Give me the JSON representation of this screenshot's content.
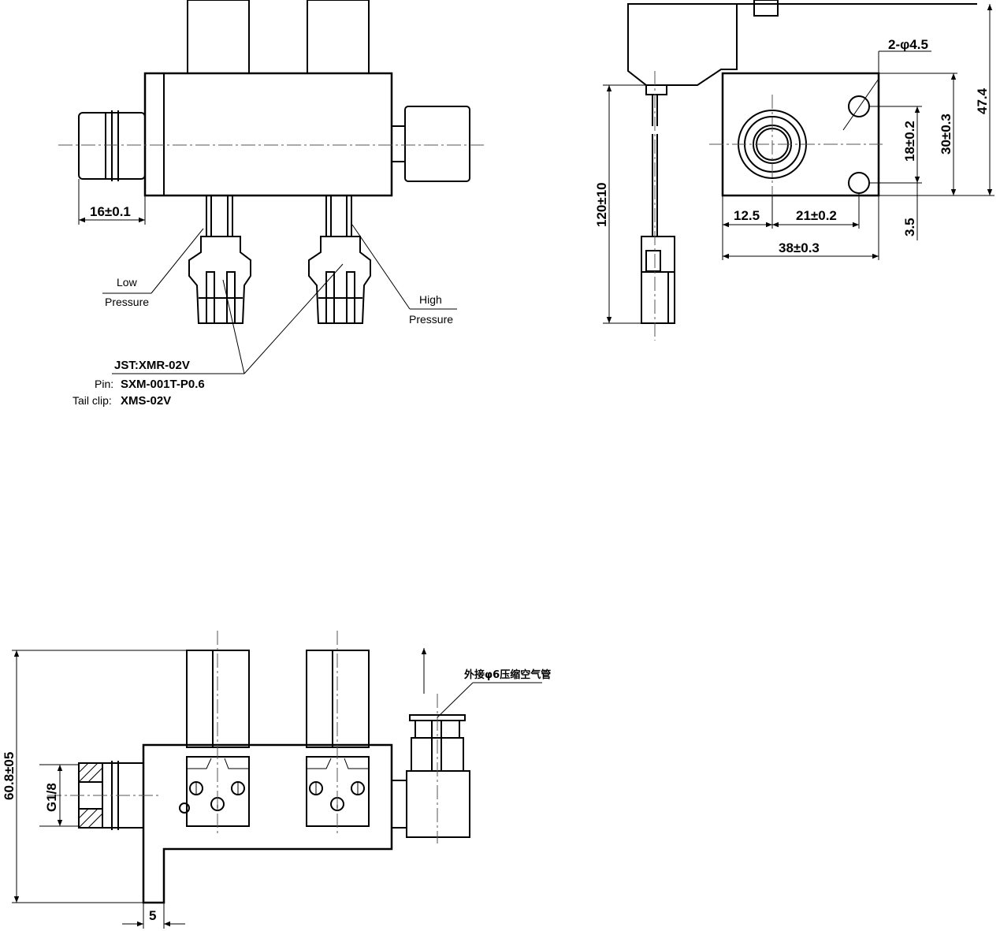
{
  "drawing": {
    "front_view": {
      "dim_port_length": "16±0.1",
      "label_low": "Low",
      "label_low_pressure": "Pressure",
      "label_high": "High",
      "label_high_pressure": "Pressure",
      "connector_jst": "JST:XMR-02V",
      "connector_pin_label": "Pin:",
      "connector_pin_value": "SXM-001T-P0.6",
      "connector_tail_label": "Tail clip:",
      "connector_tail_value": "XMS-02V"
    },
    "side_view": {
      "dim_holes": "2-φ4.5",
      "dim_height_total": "47.4",
      "dim_height_body": "30±0.3",
      "dim_hole_spacing": "18±0.2",
      "dim_hole_offset": "3.5",
      "dim_left_offset": "12.5",
      "dim_center_spacing": "21±0.2",
      "dim_width": "38±0.3",
      "dim_wire_length": "120±10"
    },
    "bottom_view": {
      "dim_overall_height": "60.8±05",
      "dim_thread": "G1/8",
      "dim_foot": "5",
      "annotation_tube": "外接φ6压缩空气管"
    }
  }
}
